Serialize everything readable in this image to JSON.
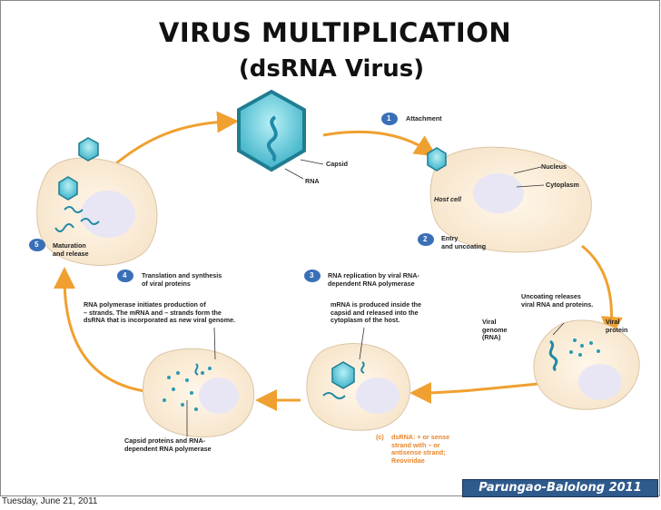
{
  "title_line1": "VIRUS MULTIPLICATION",
  "title_line2": "(dsRNA Virus)",
  "labels": {
    "attachment": "Attachment",
    "capsid": "Capsid",
    "rna": "RNA",
    "nucleus": "Nucleus",
    "cytoplasm": "Cytoplasm",
    "host_cell": "Host cell",
    "entry": "Entry\nand uncoating",
    "maturation": "Maturation\nand release",
    "translation": "Translation and synthesis\nof viral proteins",
    "rna_replication": "RNA replication by viral RNA-\ndependent RNA polymerase",
    "rna_polymerase": "RNA polymerase initiates production of\n– strands. The mRNA and – strands form the\ndsRNA that is incorporated as new viral genome.",
    "mrna_produced": "mRNA is produced inside the\ncapsid and released into the\ncytoplasm of the host.",
    "uncoating_releases": "Uncoating releases\nviral RNA and proteins.",
    "viral_genome": "Viral\ngenome\n(RNA)",
    "viral_protein": "Viral\nprotein",
    "capsid_proteins": "Capsid proteins and RNA-\ndependent RNA polymerase",
    "panel_c": "(c)",
    "dsrna_note": "dsRNA: + or sense\nstrand with – or\nantisense strand;\nReoviridae"
  },
  "steps": [
    "1",
    "2",
    "3",
    "4",
    "5"
  ],
  "credit": "Parungao-Balolong 2011",
  "date": "Tuesday, June 21, 2011",
  "colors": {
    "arrow": "#f0a030",
    "cell": "#fbeedd",
    "nucleus": "#e8e6f4",
    "virus": "#2a9bb5",
    "step_badge": "#3a6fb8"
  }
}
